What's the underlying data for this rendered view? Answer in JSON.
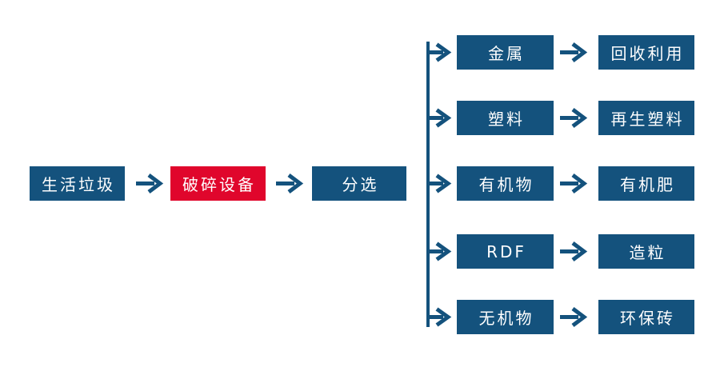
{
  "diagram": {
    "type": "flowchart",
    "colors": {
      "primary_blue": "#14527D",
      "accent_red": "#E0062C",
      "node_text": "#FFFFFF",
      "background": "#FFFFFF"
    },
    "main_chain": {
      "source": {
        "label": "生活垃圾"
      },
      "process": {
        "label": "破碎设备"
      },
      "sorter": {
        "label": "分选"
      }
    },
    "branches": [
      {
        "category": "金属",
        "output": "回收利用"
      },
      {
        "category": "塑料",
        "output": "再生塑料"
      },
      {
        "category": "有机物",
        "output": "有机肥"
      },
      {
        "category": "RDF",
        "output": "造粒"
      },
      {
        "category": "无机物",
        "output": "环保砖"
      }
    ]
  }
}
